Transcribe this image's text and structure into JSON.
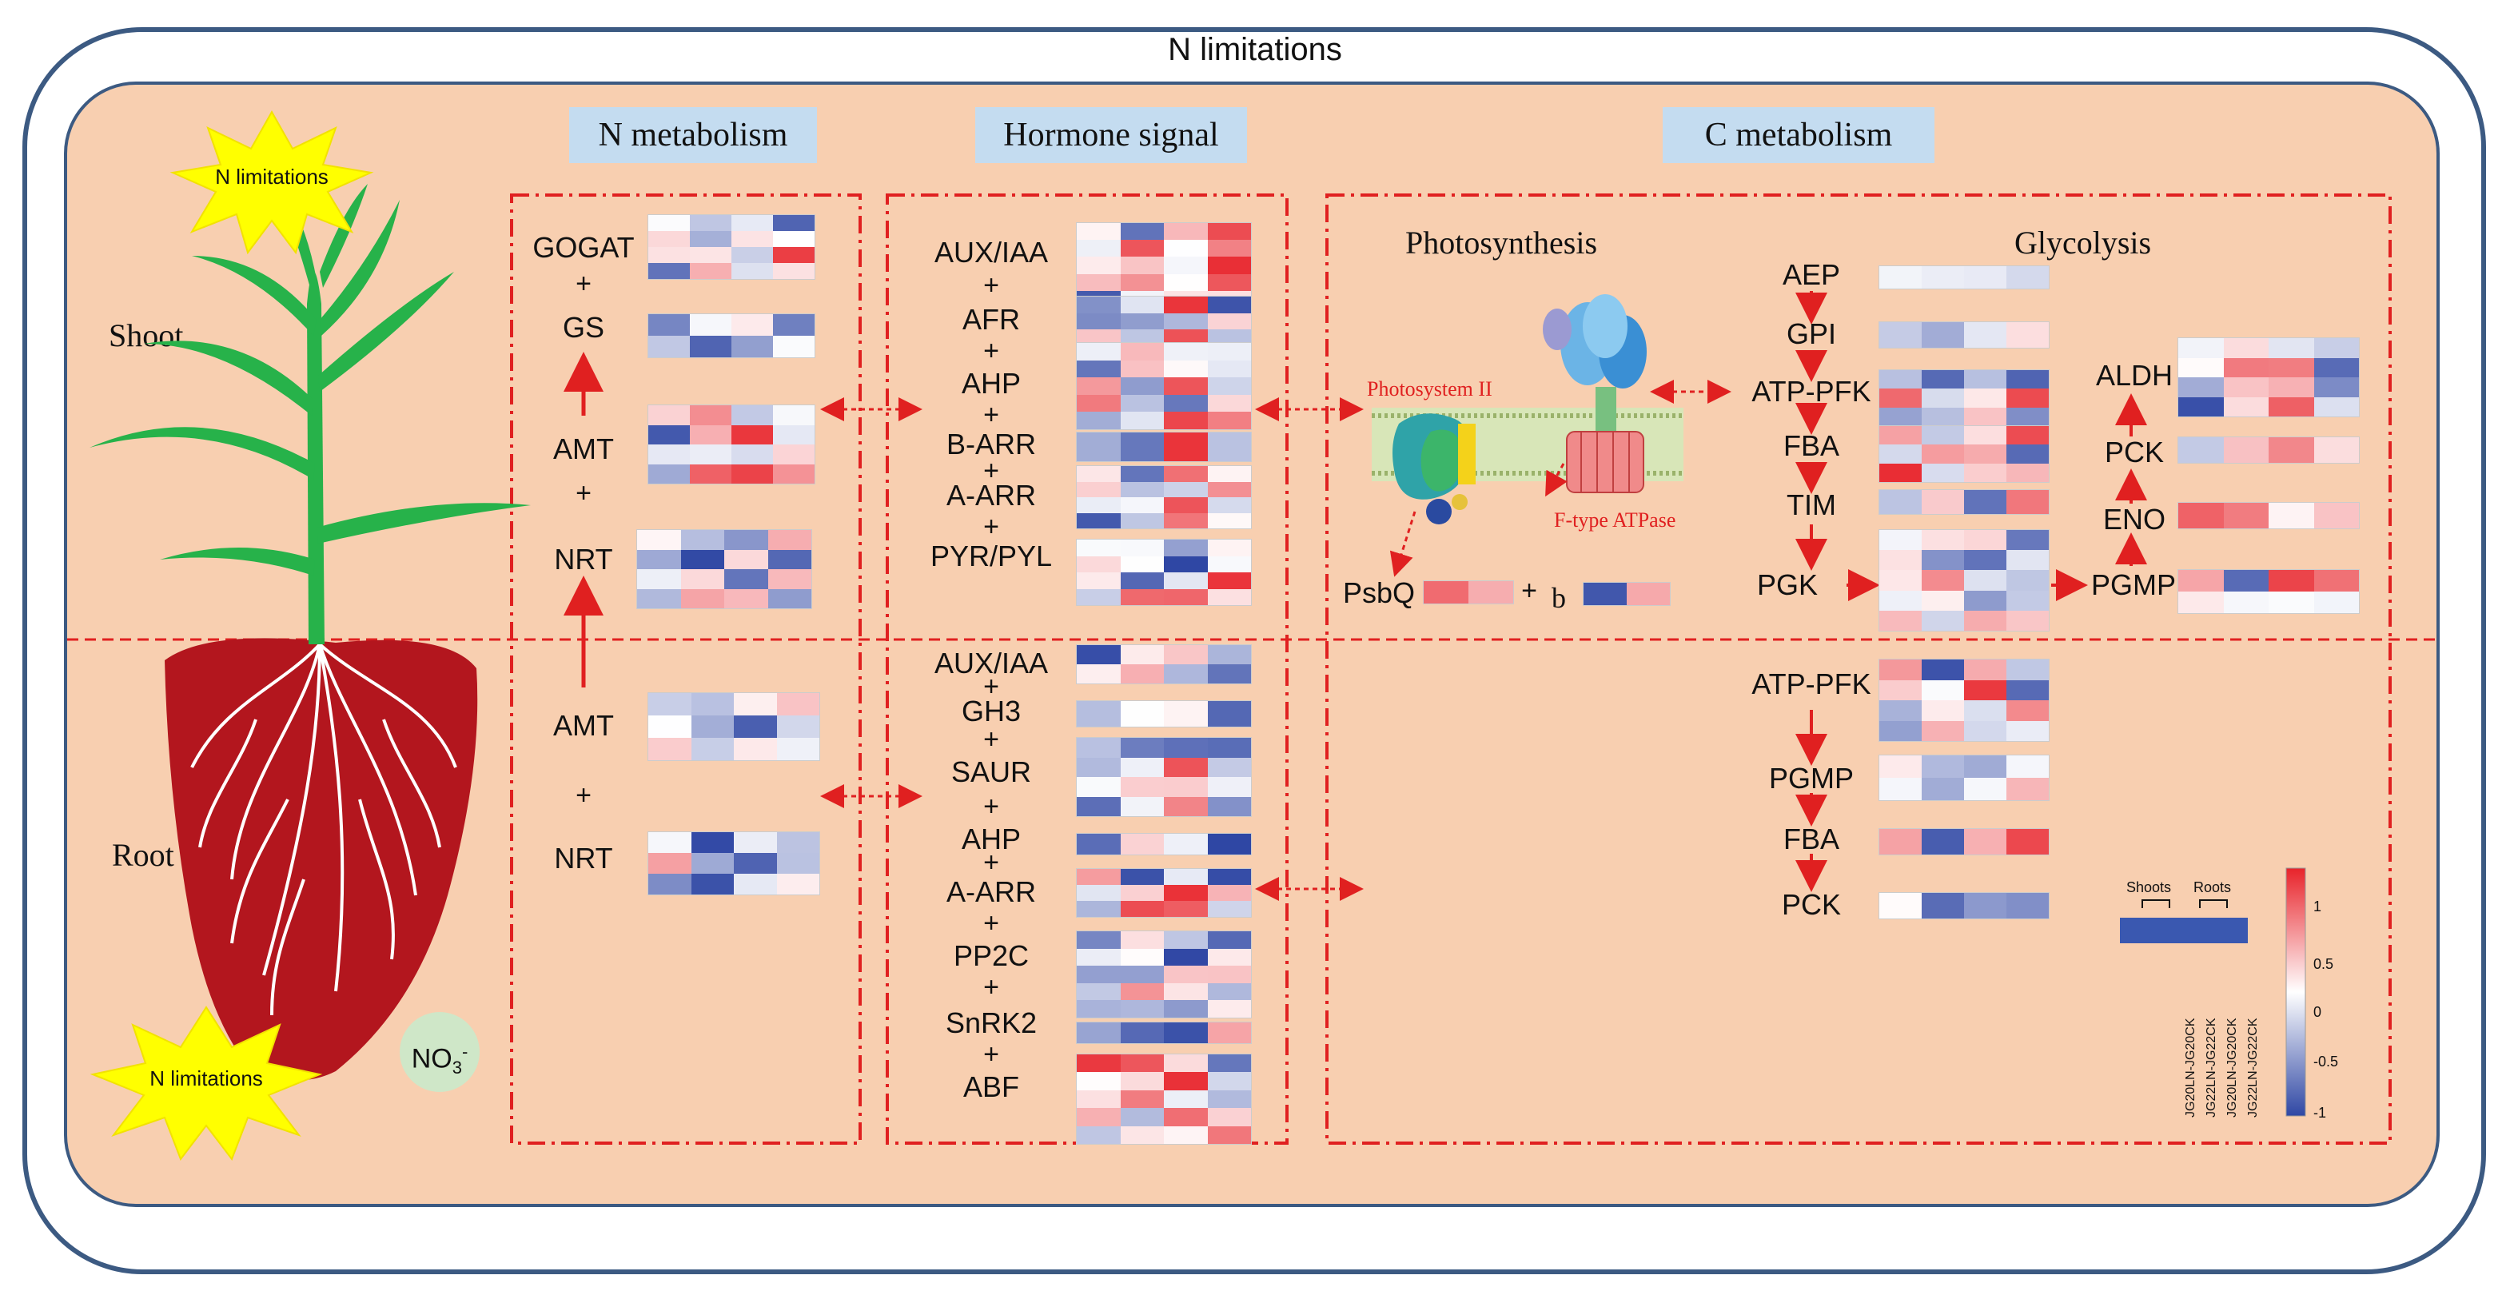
{
  "title": "N limitations",
  "headers": {
    "n_metabolism": "N metabolism",
    "hormone_signal": "Hormone signal",
    "c_metabolism": "C metabolism"
  },
  "sides": {
    "shoot": "Shoot",
    "root": "Root"
  },
  "burst_top": "N limitations",
  "burst_bottom": "N limitations",
  "no3": {
    "base": "NO",
    "sub": "3",
    "sup": "-"
  },
  "n_shoot": {
    "gogat": "GOGAT",
    "plus1": "+",
    "gs": "GS",
    "amt": "AMT",
    "plus2": "+",
    "nrt": "NRT"
  },
  "n_root": {
    "amt": "AMT",
    "plus": "+",
    "nrt": "NRT"
  },
  "h_shoot": {
    "g1": "AUX/IAA",
    "g2": "AFR",
    "g3": "AHP",
    "g4": "B-ARR",
    "g5": "A-ARR",
    "g6": "PYR/PYL",
    "plus": "+"
  },
  "h_root": {
    "g1": "AUX/IAA",
    "g2": "GH3",
    "g3": "SAUR",
    "g4": "AHP",
    "g5": "A-ARR",
    "g6": "PP2C",
    "g7": "SnRK2",
    "g8": "ABF",
    "plus": "+"
  },
  "c": {
    "photosynthesis": "Photosynthesis",
    "glycolysis": "Glycolysis",
    "photosystem2": "Photosystem II",
    "ftype": "F-type ATPase",
    "psbq": "PsbQ",
    "plus": "+",
    "b": "b",
    "aep": "AEP",
    "gpi": "GPI",
    "atppfk": "ATP-PFK",
    "fba": "FBA",
    "tim": "TIM",
    "pgk": "PGK",
    "aldh": "ALDH",
    "pck": "PCK",
    "eno": "ENO",
    "pgmp": "PGMP"
  },
  "c_root": {
    "atppfk": "ATP-PFK",
    "pgmp": "PGMP",
    "fba": "FBA",
    "pck": "PCK"
  },
  "legend": {
    "shoots": "Shoots",
    "roots": "Roots",
    "ticks": [
      "1",
      "0.5",
      "0",
      "-0.5",
      "-1"
    ],
    "columns": [
      "JG20LN-JG20CK",
      "JG22LN-JG22CK",
      "JG20LN-JG20CK",
      "JG22LN-JG22CK"
    ]
  },
  "colors": {
    "accent_red": "#e02020",
    "frame_blue": "#3c5a82",
    "bg_peach": "#f8cfb0",
    "header_blue": "#c4dcf0",
    "high": "#e8232a",
    "low": "#2f47a4"
  }
}
